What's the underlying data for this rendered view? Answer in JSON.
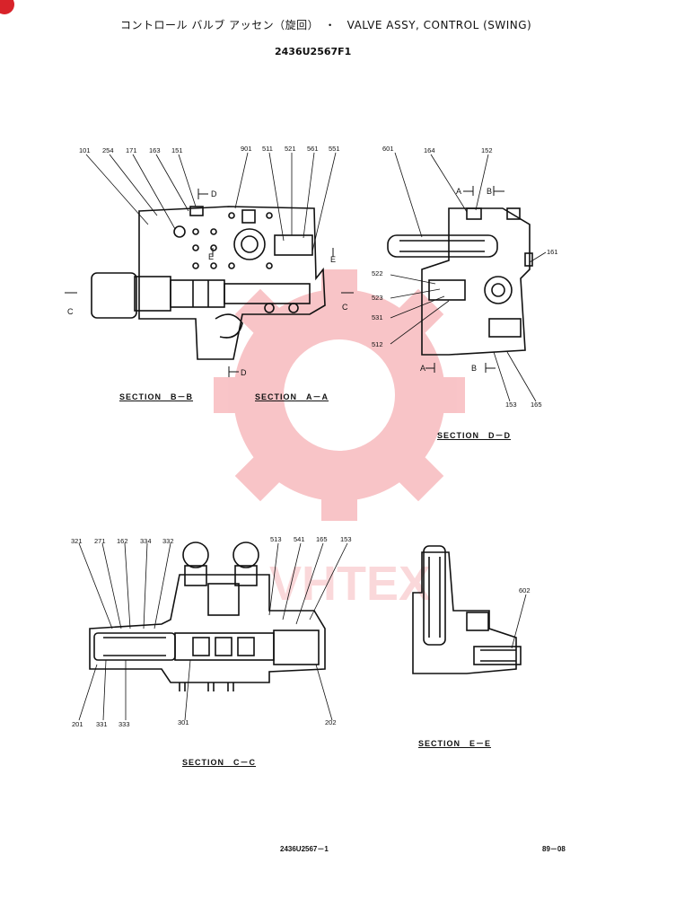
{
  "header": {
    "title": "コントロール バルブ アッセン（旋回）　・　VALVE ASSY, CONTROL (SWING)",
    "part_number": "2436U2567F1"
  },
  "watermark": {
    "text": "VHTEX",
    "color": "#e8303a"
  },
  "sections": {
    "bb": "SECTION　B－B",
    "aa": "SECTION　A－A",
    "dd": "SECTION　D－D",
    "cc": "SECTION　C－C",
    "ee": "SECTION　E－E"
  },
  "markers": {
    "D": "D",
    "E": "E",
    "C": "C",
    "A": "A",
    "B": "B"
  },
  "callouts": {
    "top_left": [
      "101",
      "254",
      "171",
      "163",
      "151",
      "901",
      "511",
      "521",
      "561",
      "551"
    ],
    "top_right": [
      "601",
      "164",
      "152",
      "161",
      "522",
      "523",
      "531",
      "512",
      "153",
      "165"
    ],
    "bottom_left_top": [
      "321",
      "271",
      "162",
      "334",
      "332",
      "513",
      "541",
      "165",
      "153"
    ],
    "bottom_left_bottom": [
      "201",
      "331",
      "333",
      "301",
      "202"
    ],
    "bottom_right": [
      "602"
    ]
  },
  "footer": {
    "drawing_no": "2436U2567－1",
    "page": "89－08"
  }
}
